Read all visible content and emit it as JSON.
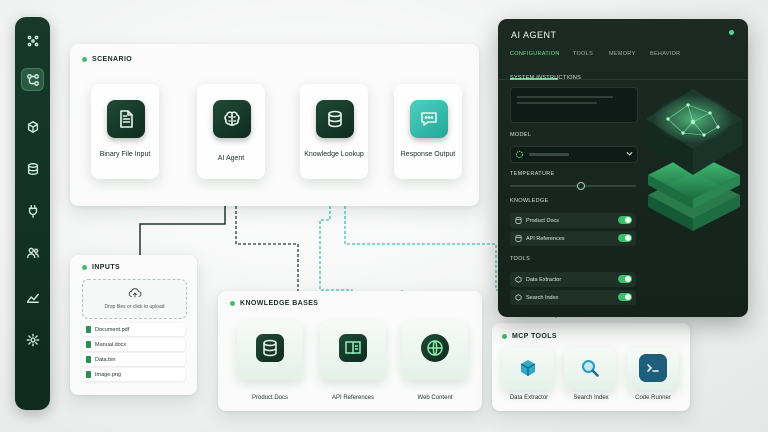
{
  "scenario": {
    "title": "SCENARIO",
    "nodes": [
      {
        "label": "Binary File Input",
        "icon": "document-icon"
      },
      {
        "label": "AI Agent",
        "icon": "brain-icon"
      },
      {
        "label": "Knowledge Lookup",
        "icon": "database-icon"
      },
      {
        "label": "Response Output",
        "icon": "chat-icon"
      }
    ]
  },
  "inputs": {
    "title": "INPUTS",
    "drop_text": "Drop files or click to upload",
    "files": [
      "Document.pdf",
      "Manual.docx",
      "Data.bin",
      "Image.png"
    ]
  },
  "knowledge_bases": {
    "title": "KNOWLEDGE BASES",
    "items": [
      "Product Docs",
      "API References",
      "Web Content"
    ]
  },
  "mcp_tools": {
    "title": "MCP TOOLS",
    "items": [
      "Data Extractor",
      "Search Index",
      "Code Runner"
    ]
  },
  "agent": {
    "title": "AI AGENT",
    "tabs": [
      "CONFIGURATION",
      "TOOLS",
      "MEMORY",
      "BEHAVIOR"
    ],
    "active_tab": "CONFIGURATION",
    "system_instructions_label": "SYSTEM INSTRUCTIONS",
    "model_label": "MODEL",
    "temperature_label": "TEMPERATURE",
    "knowledge_label": "KNOWLEDGE",
    "knowledge_items": [
      "Product Docs",
      "API References"
    ],
    "tools_label": "TOOLS",
    "tool_items": [
      "Data Extractor",
      "Search Index"
    ]
  },
  "colors": {
    "brand_dark": "#17392a",
    "accent_green": "#3dbf6a",
    "accent_teal": "#3cc4b6"
  }
}
